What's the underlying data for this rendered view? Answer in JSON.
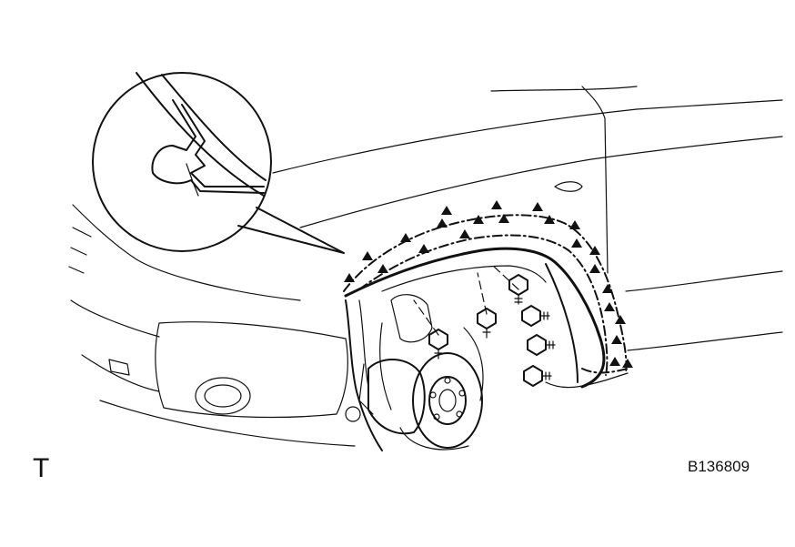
{
  "figure": {
    "corner_mark": "T",
    "code": "B136809"
  },
  "colors": {
    "ink": "#111111",
    "background": "#ffffff"
  },
  "icons": {
    "clip_marker": "filled-triangle"
  }
}
